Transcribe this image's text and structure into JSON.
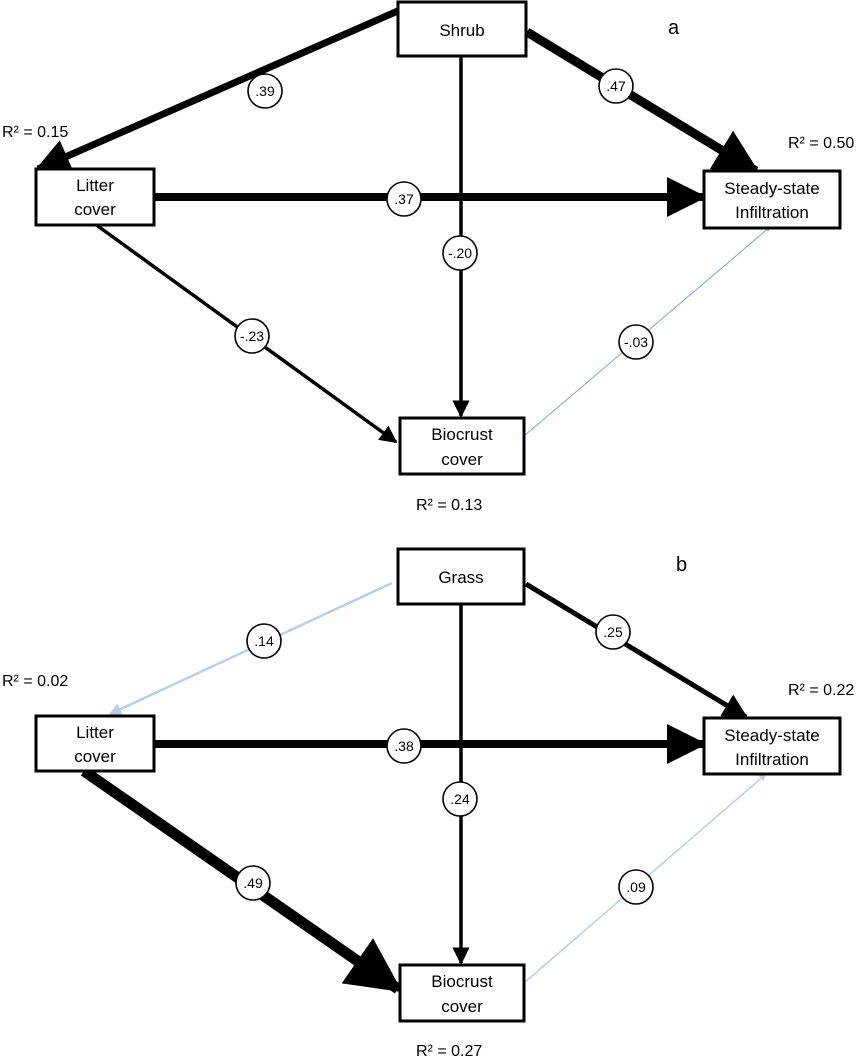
{
  "colors": {
    "strong": "#000000",
    "weak": "#7ba7d6",
    "weak_light": "#b8cfe9"
  },
  "panels": [
    {
      "label": "a",
      "nodes": {
        "top": {
          "lines": [
            "Shrub"
          ]
        },
        "litter": {
          "lines": [
            "Litter",
            "cover"
          ]
        },
        "infiltration": {
          "lines": [
            "Steady-state",
            "Infiltration"
          ]
        },
        "biocrust": {
          "lines": [
            "Biocrust",
            "cover"
          ]
        }
      },
      "r2": {
        "litter": "R² = 0.15",
        "infiltration": "R² = 0.50",
        "biocrust": "R² = 0.13"
      },
      "paths": [
        {
          "id": "top-litter",
          "coef": ".39",
          "strength": "strong",
          "weight": 7
        },
        {
          "id": "top-infiltration",
          "coef": ".47",
          "strength": "strong",
          "weight": 9
        },
        {
          "id": "litter-infiltration",
          "coef": ".37",
          "strength": "strong",
          "weight": 8
        },
        {
          "id": "top-biocrust",
          "coef": "-.20",
          "strength": "strong",
          "weight": 3.5
        },
        {
          "id": "litter-biocrust",
          "coef": "-.23",
          "strength": "strong",
          "weight": 3.5
        },
        {
          "id": "biocrust-infiltration",
          "coef": "-.03",
          "strength": "weak",
          "weight": 1
        }
      ]
    },
    {
      "label": "b",
      "nodes": {
        "top": {
          "lines": [
            "Grass"
          ]
        },
        "litter": {
          "lines": [
            "Litter",
            "cover"
          ]
        },
        "infiltration": {
          "lines": [
            "Steady-state",
            "Infiltration"
          ]
        },
        "biocrust": {
          "lines": [
            "Biocrust",
            "cover"
          ]
        }
      },
      "r2": {
        "litter": "R² = 0.02",
        "infiltration": "R² = 0.22",
        "biocrust": "R² = 0.27"
      },
      "paths": [
        {
          "id": "top-litter",
          "coef": ".14",
          "strength": "weak_light",
          "weight": 2.5
        },
        {
          "id": "top-infiltration",
          "coef": ".25",
          "strength": "strong",
          "weight": 5
        },
        {
          "id": "litter-infiltration",
          "coef": ".38",
          "strength": "strong",
          "weight": 8
        },
        {
          "id": "top-biocrust",
          "coef": ".24",
          "strength": "strong",
          "weight": 3.5
        },
        {
          "id": "litter-biocrust",
          "coef": ".49",
          "strength": "strong",
          "weight": 11
        },
        {
          "id": "biocrust-infiltration",
          "coef": ".09",
          "strength": "weak_light",
          "weight": 1.5
        }
      ]
    }
  ]
}
